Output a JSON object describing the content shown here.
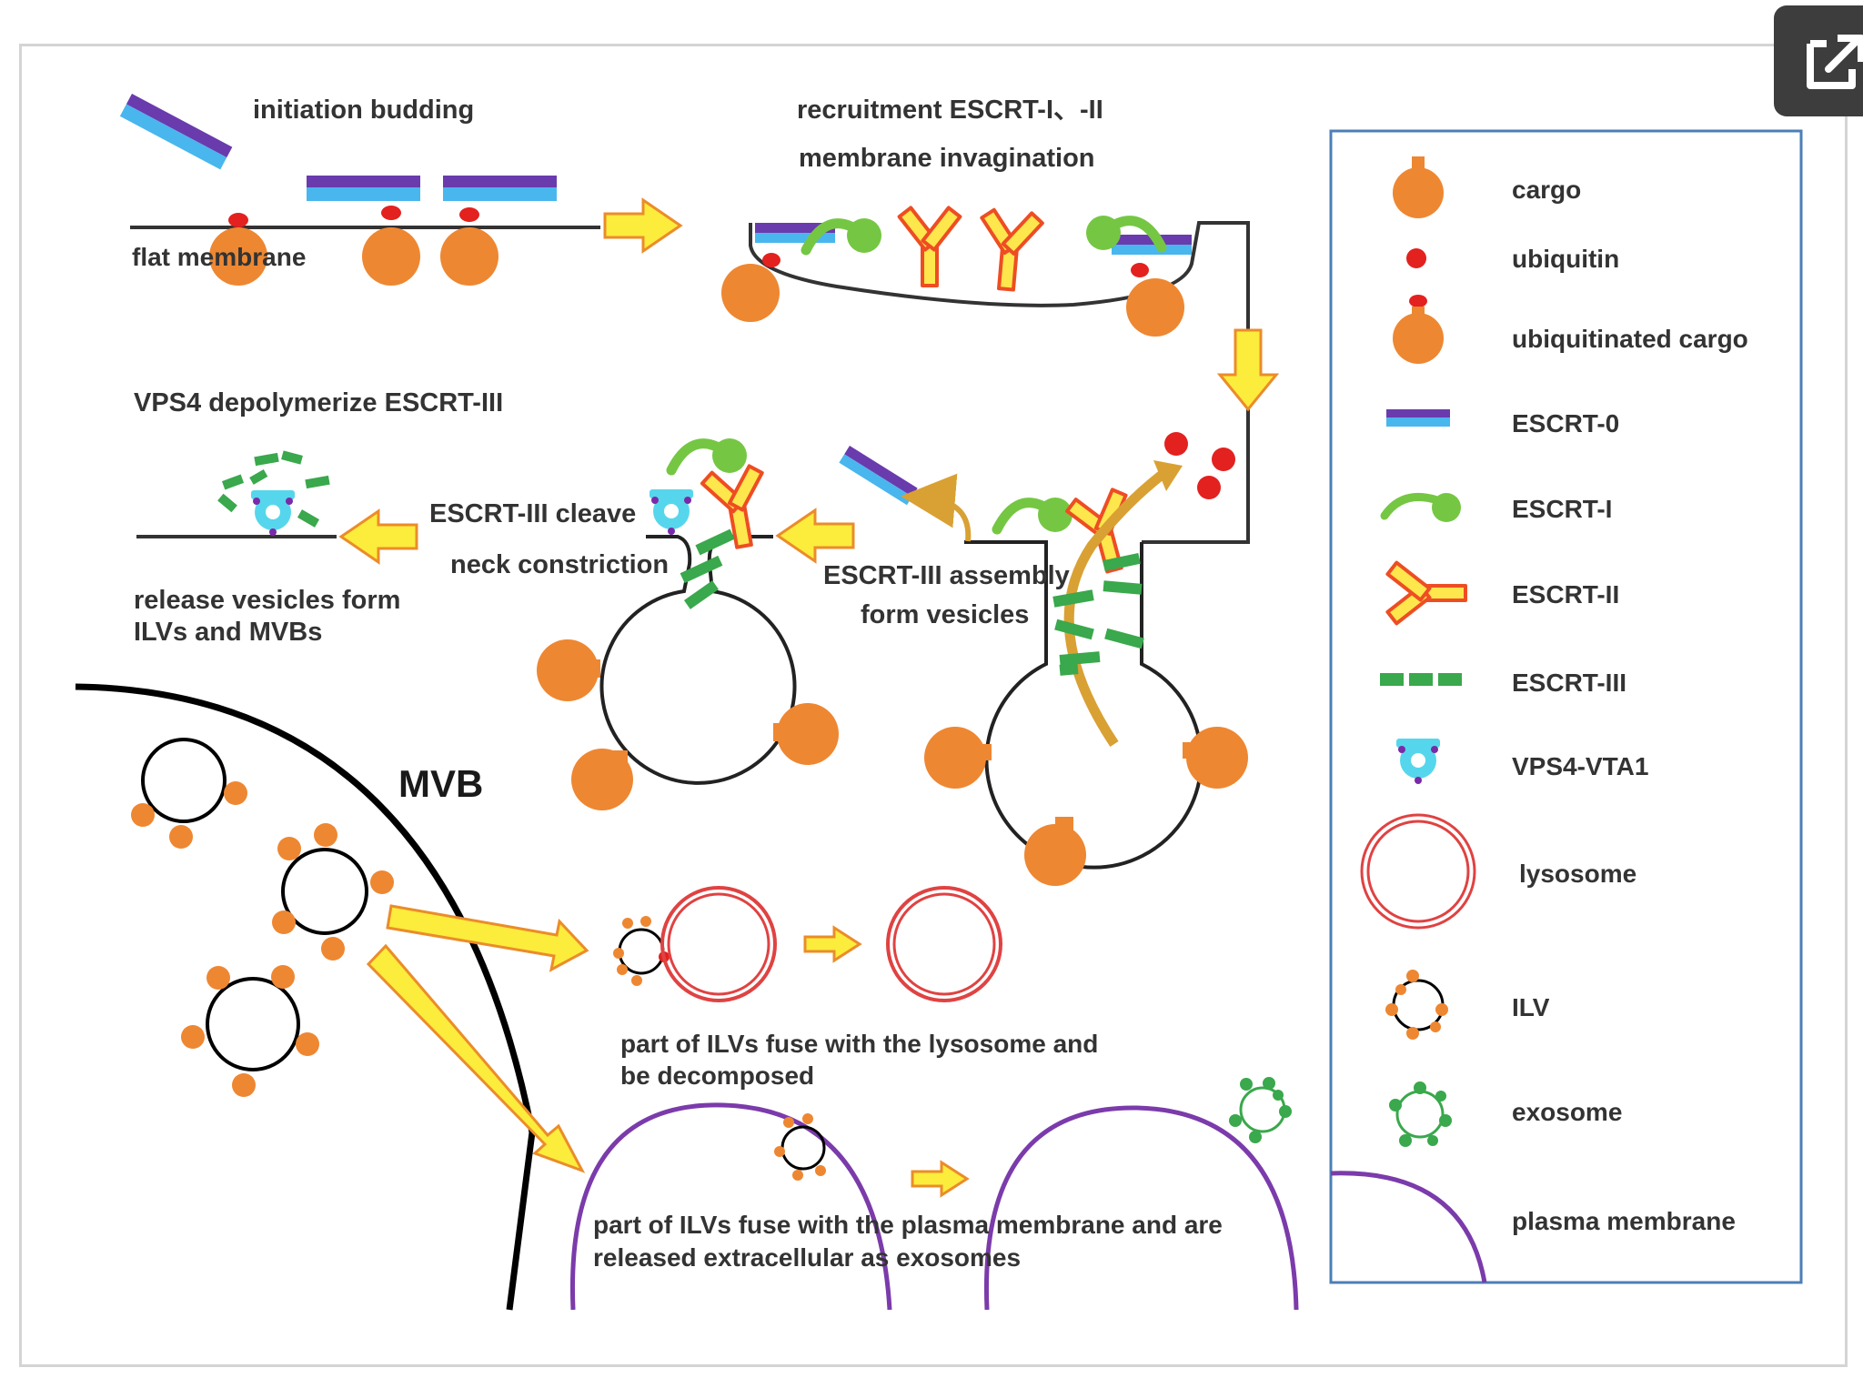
{
  "steps": {
    "initiation_budding": "initiation budding",
    "flat_membrane": "flat membrane",
    "recruitment_line1": "recruitment ESCRT-I、-II",
    "recruitment_line2": "membrane invagination",
    "vps4_depolymerize": "VPS4 depolymerize ESCRT-III",
    "escrt3_cleave": "ESCRT-III cleave",
    "neck_constriction": "neck constriction",
    "escrt3_assembly_line1": "ESCRT-III assembly",
    "escrt3_assembly_line2": "form vesicles",
    "release_line1": "release vesicles form",
    "release_line2": "ILVs and MVBs",
    "mvb": "MVB",
    "lysosome_path_line1": "part of ILVs fuse with the lysosome and",
    "lysosome_path_line2": "be decomposed",
    "plasma_path_line1": "part of ILVs fuse with the plasma membrane and are",
    "plasma_path_line2": "released extracellular as exosomes"
  },
  "legend": {
    "items": [
      {
        "label": "cargo",
        "icon": "cargo-icon"
      },
      {
        "label": "ubiquitin",
        "icon": "ubiquitin-icon"
      },
      {
        "label": "ubiquitinated cargo",
        "icon": "ubiquitinated-cargo-icon"
      },
      {
        "label": "ESCRT-0",
        "icon": "escrt-0-icon"
      },
      {
        "label": "ESCRT-I",
        "icon": "escrt-i-icon"
      },
      {
        "label": "ESCRT-II",
        "icon": "escrt-ii-icon"
      },
      {
        "label": "ESCRT-III",
        "icon": "escrt-iii-icon"
      },
      {
        "label": "VPS4-VTA1",
        "icon": "vps4-vta1-icon"
      },
      {
        "label": "lysosome",
        "icon": "lysosome-icon"
      },
      {
        "label": "ILV",
        "icon": "ilv-icon"
      },
      {
        "label": "exosome",
        "icon": "exosome-icon"
      },
      {
        "label": "plasma membrane",
        "icon": "plasma-membrane-icon"
      }
    ]
  },
  "colors": {
    "cargo": "#ee8732",
    "ubiquitin": "#e3211f",
    "escrt0_top": "#6a3bad",
    "escrt0_bottom": "#49b6ee",
    "escrt1": "#75c743",
    "escrt2_fill": "#fde74c",
    "escrt2_stroke": "#ee4d23",
    "escrt3": "#3aa84c",
    "vps4": "#56d6ec",
    "lysosome": "#e04242",
    "plasma_membrane": "#7b3bab",
    "arrow_fill": "#fcec3c",
    "arrow_stroke": "#eb8c2a",
    "legend_border": "#4b7fb6"
  },
  "open_button_icon": "open-external-icon"
}
